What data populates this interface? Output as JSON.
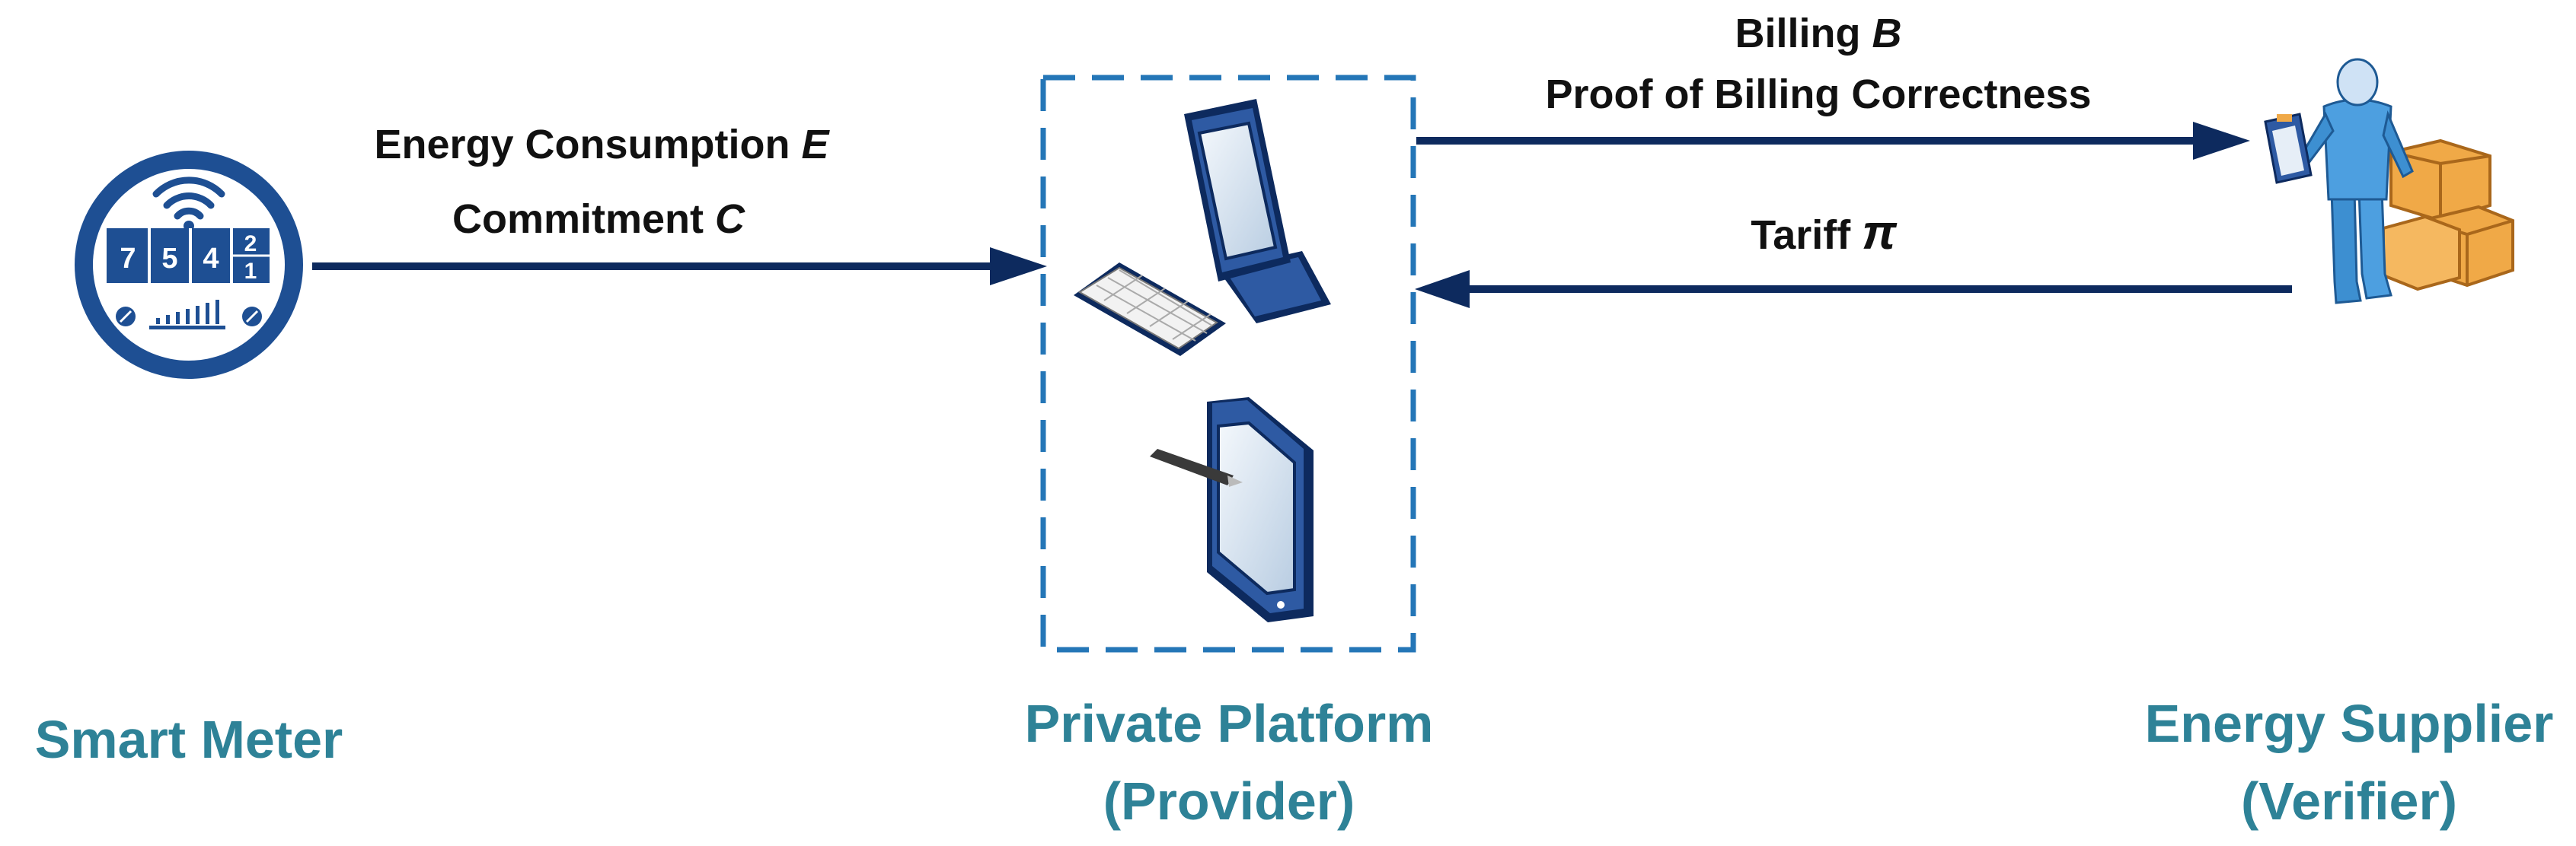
{
  "colors": {
    "arrow": "#0d2a5e",
    "node_label": "#2e8297",
    "meter_blue": "#1e4f93",
    "device_dark": "#0d2a5e",
    "device_mid": "#2e5aa3",
    "screen_light": "#dbe7f3",
    "dashed_box": "#2476b7",
    "person_body": "#3d8fd1",
    "boxes": "#f0a947"
  },
  "meter": {
    "digits": [
      "7",
      "5",
      "4",
      "2",
      "1"
    ]
  },
  "nodes": {
    "meter": {
      "label": "Smart Meter"
    },
    "platform": {
      "label_line1": "Private Platform",
      "label_line2": "(Provider)"
    },
    "supplier": {
      "label_line1": "Energy Supplier",
      "label_line2": "(Verifier)"
    }
  },
  "arrows": {
    "energy": {
      "line1_text": "Energy Consumption ",
      "line1_symbol": "E",
      "line2_text": "Commitment ",
      "line2_symbol": "C"
    },
    "billing": {
      "line1_text": "Billing ",
      "line1_symbol": "B",
      "line2_text": "Proof of Billing Correctness"
    },
    "tariff": {
      "text": "Tariff ",
      "symbol": "π"
    }
  }
}
